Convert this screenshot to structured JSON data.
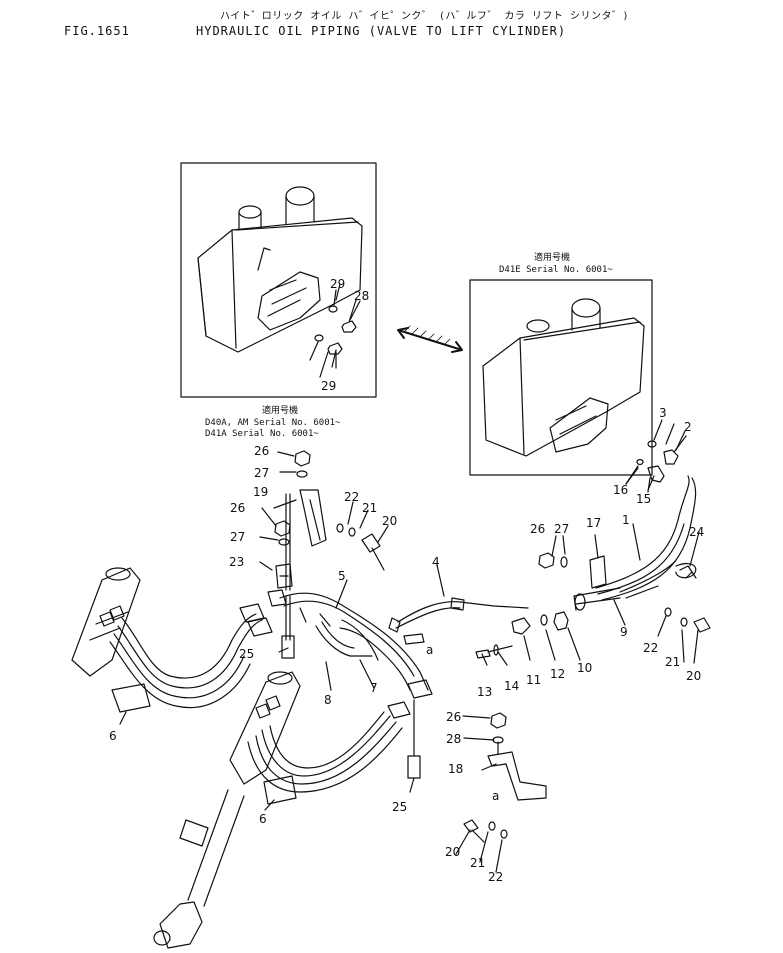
{
  "header": {
    "fig_label": "FIG.1651",
    "title_jp": "ハイト゛ロリック オイル ハ゛イヒ゜ンク゛ (ハ゛ルフ゛ カラ リフト シリンタ゛)",
    "title": "HYDRAULIC OIL PIPING (VALVE TO LIFT CYLINDER)"
  },
  "applicability_left": {
    "heading": "適用号機",
    "line1": "D40A, AM  Serial  No. 6001~",
    "line2": "D41A      Serial  No. 6001~"
  },
  "applicability_right": {
    "heading": "適用号機",
    "line1": "D41E  Serial  No. 6001~"
  },
  "callouts": [
    "1",
    "2",
    "3",
    "4",
    "5",
    "6",
    "6",
    "7",
    "8",
    "9",
    "10",
    "11",
    "12",
    "13",
    "14",
    "15",
    "16",
    "17",
    "18",
    "19",
    "20",
    "20",
    "20",
    "21",
    "21",
    "21",
    "22",
    "22",
    "22",
    "23",
    "24",
    "25",
    "25",
    "26",
    "26",
    "26",
    "26",
    "27",
    "27",
    "27",
    "28",
    "28",
    "29",
    "29"
  ],
  "markers": [
    "a",
    "a"
  ]
}
